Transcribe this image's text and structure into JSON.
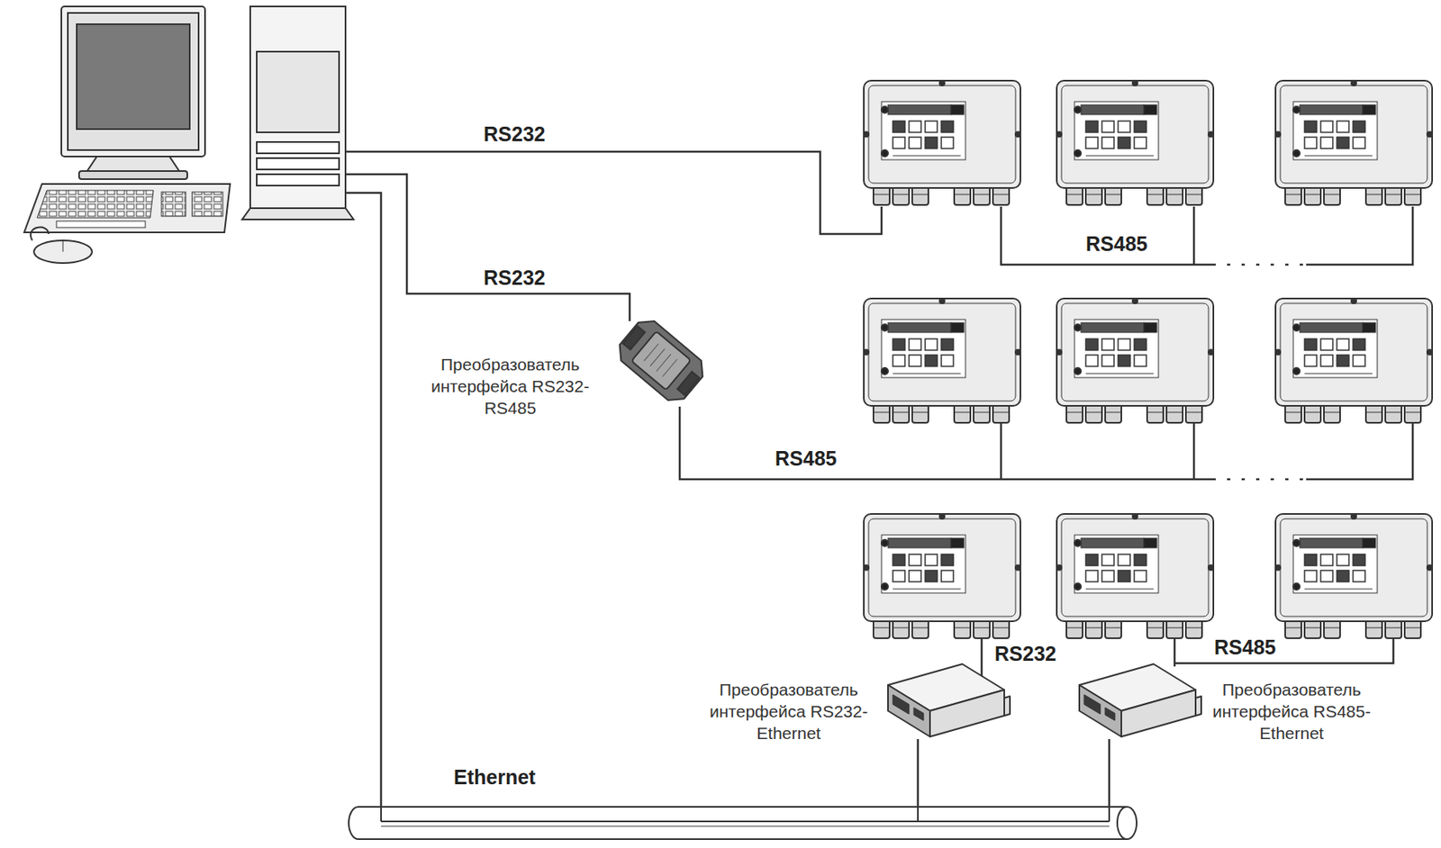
{
  "diagram": {
    "nodes": [
      {
        "text": [
          "Преобразователь интерфейса RS232-RS485"
        ]
      },
      {
        "text": [
          "Преобразователь интерфейса RS232-Ethernet"
        ]
      },
      {
        "text": [
          "Преобразователь интерфейса RS485-Ethernet"
        ]
      },
      {
        "text": [
          "Ethernet"
        ]
      }
    ],
    "edges": [
      {
        "from": 1,
        "to": 3,
        "arrow": "none"
      },
      {
        "from": 2,
        "to": 3,
        "arrow": "none"
      }
    ],
    "labels": [
      "RS232",
      "RS232",
      "RS485",
      "RS485",
      "RS232",
      "RS485"
    ]
  }
}
